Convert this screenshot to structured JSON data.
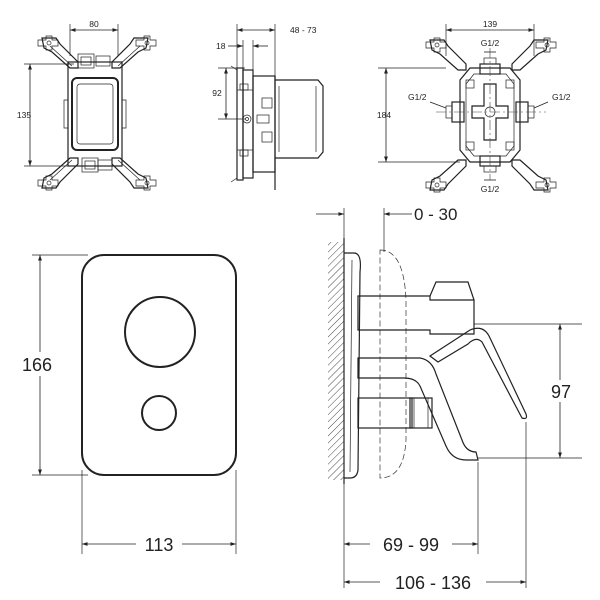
{
  "top_views": {
    "front": {
      "width": "80",
      "height": "135"
    },
    "side": {
      "depth": "48 - 73",
      "offset": "18",
      "height": "92"
    },
    "back": {
      "width": "139",
      "height": "184",
      "thread_top": "G1/2",
      "thread_left": "G1/2",
      "thread_right": "G1/2",
      "thread_bottom": "G1/2"
    }
  },
  "plate_view": {
    "height": "166",
    "width": "113"
  },
  "section_view": {
    "wall_adjust": "0 - 30",
    "lever_height": "97",
    "body_depth": "69 - 99",
    "total_depth": "106 - 136"
  },
  "colors": {
    "line": "#222222",
    "background": "#ffffff"
  }
}
